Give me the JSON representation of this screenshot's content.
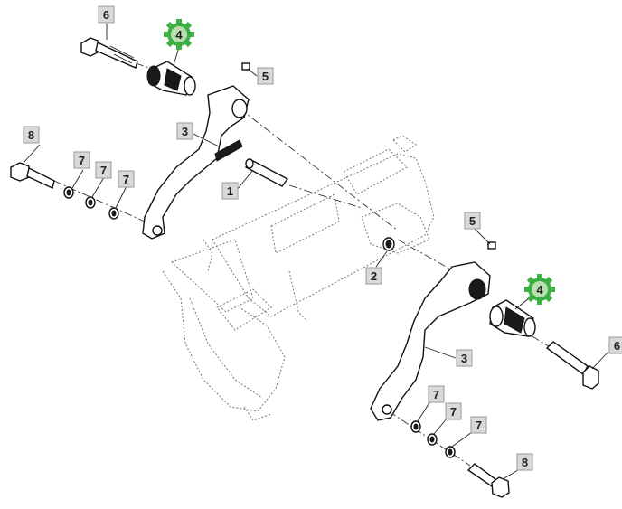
{
  "callouts": {
    "bolt_top": "6",
    "bushing_top": "4",
    "nut_top": "5",
    "arm_left": "3",
    "pin": "1",
    "bolt_left": "8",
    "washer_left_1": "7",
    "washer_left_2": "7",
    "washer_left_3": "7",
    "nut_right": "5",
    "ring": "2",
    "bushing_right": "4",
    "arm_right": "3",
    "bolt_right": "6",
    "washer_right_1": "7",
    "washer_right_2": "7",
    "washer_right_3": "7",
    "bolt_bottom": "8"
  },
  "colors": {
    "gear_highlight": "#3cb043",
    "callout_fill": "#d9d9d9"
  },
  "icons": {
    "highlight_badge": "gear-icon"
  }
}
